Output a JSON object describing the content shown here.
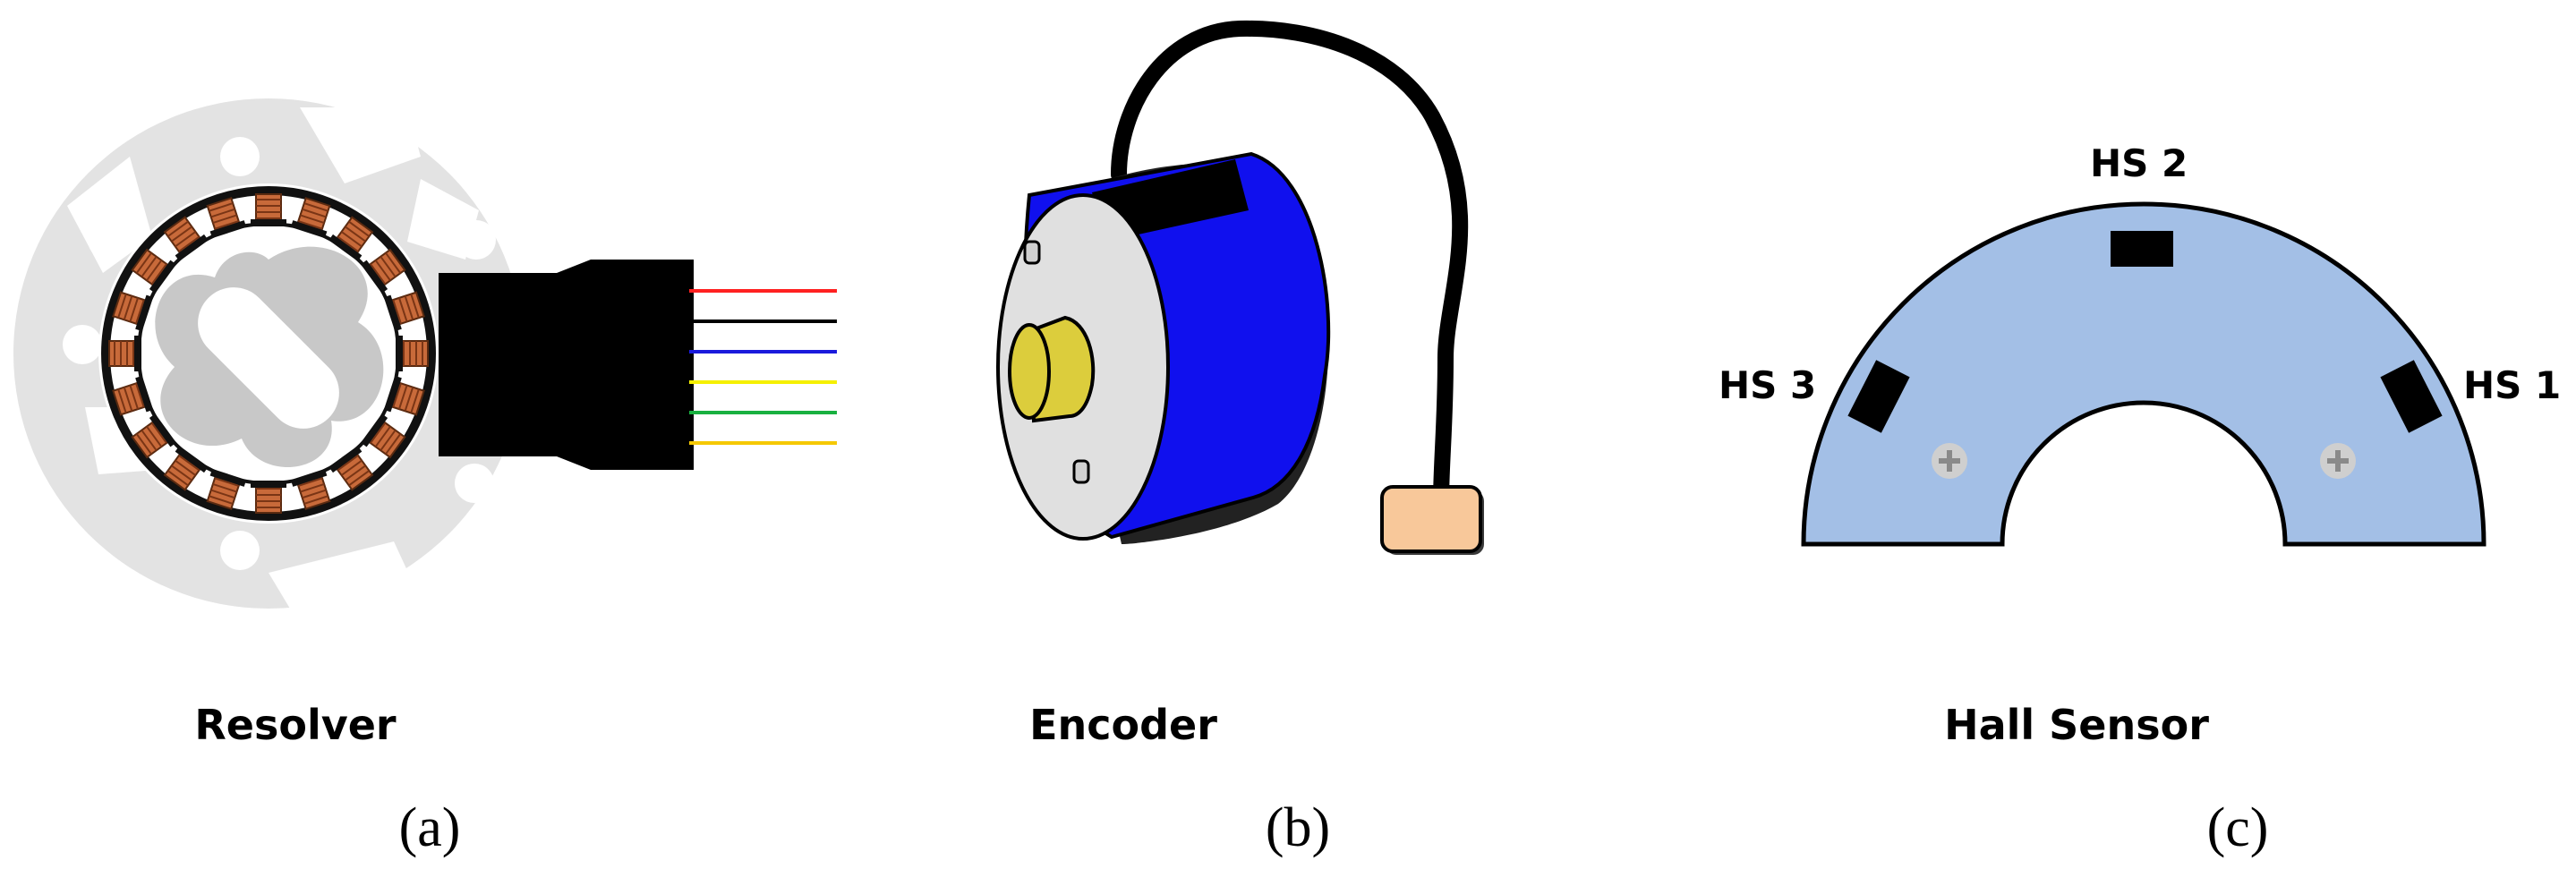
{
  "panels": [
    {
      "id": "a",
      "caption": "Resolver",
      "label": "(a)",
      "wire_colors": [
        "#ff2020",
        "#000000",
        "#1a1adc",
        "#f5f000",
        "#18b040",
        "#f5c800"
      ]
    },
    {
      "id": "b",
      "caption": "Encoder",
      "label": "(b)",
      "body_color": "#1010ee",
      "shaft_color": "#dccd3c",
      "connector_color": "#f8c89a"
    },
    {
      "id": "c",
      "caption": "Hall Sensor",
      "label": "(c)",
      "board_color": "#a3bfe6",
      "sensors": [
        "HS 1",
        "HS 2",
        "HS 3"
      ]
    }
  ]
}
